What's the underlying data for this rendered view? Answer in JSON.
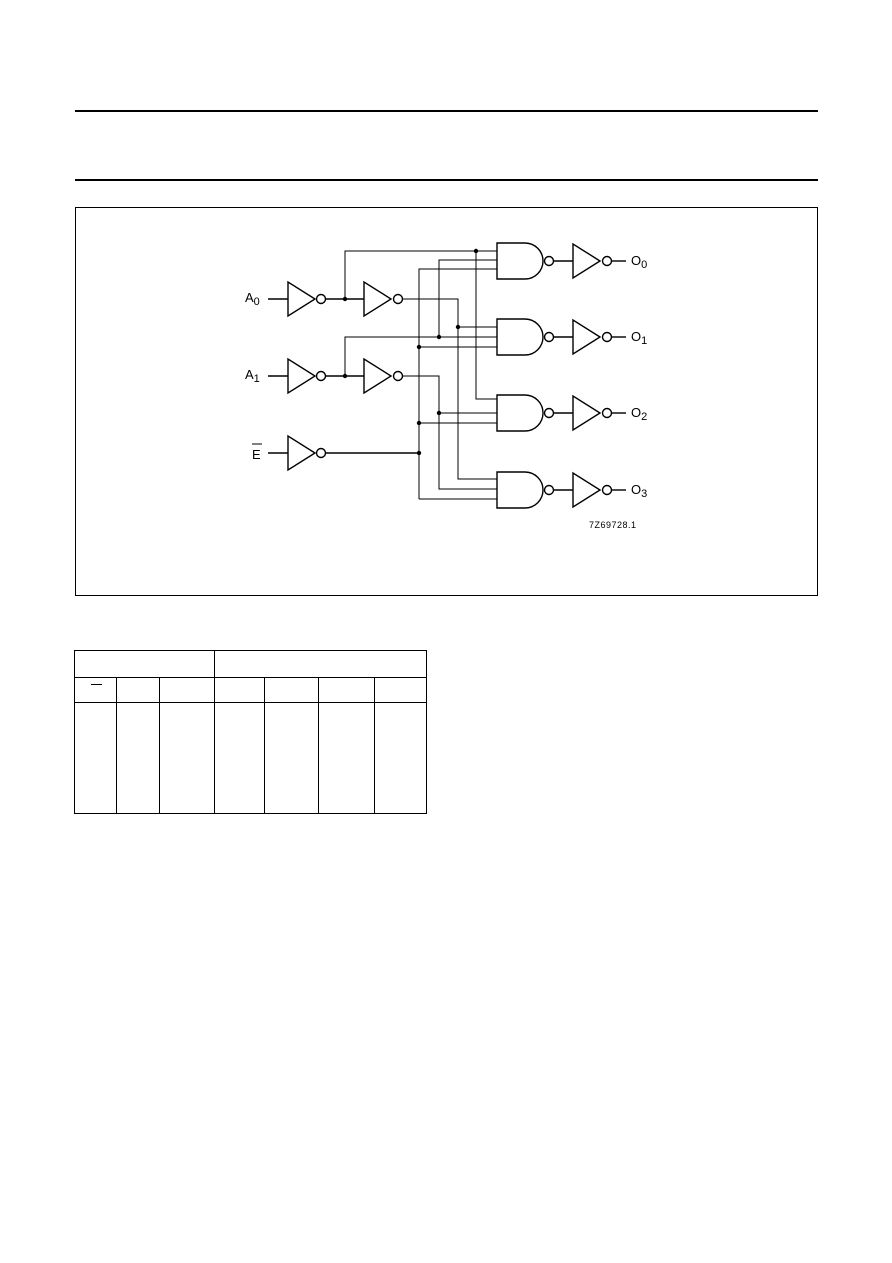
{
  "diagram": {
    "inputs": [
      {
        "id": "A0",
        "label": "A",
        "sub": "0"
      },
      {
        "id": "A1",
        "label": "A",
        "sub": "1"
      },
      {
        "id": "E",
        "label": "E",
        "overbar": true
      }
    ],
    "outputs": [
      {
        "id": "O0",
        "label": "O",
        "sub": "0"
      },
      {
        "id": "O1",
        "label": "O",
        "sub": "1"
      },
      {
        "id": "O2",
        "label": "O",
        "sub": "2"
      },
      {
        "id": "O3",
        "label": "O",
        "sub": "3"
      }
    ],
    "figure_code": "7Z69728.1"
  },
  "table": {
    "column_groups": [
      "",
      ""
    ],
    "columns": [
      "",
      "",
      "",
      "",
      "",
      "",
      ""
    ],
    "rows": []
  }
}
